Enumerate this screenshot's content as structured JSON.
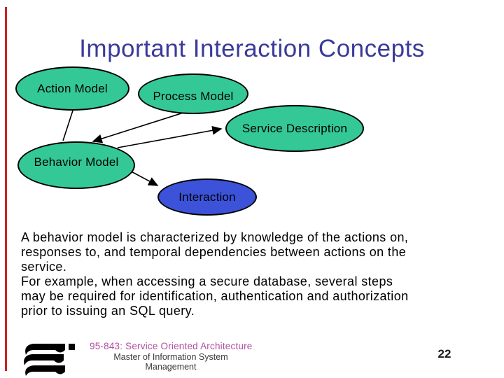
{
  "slide": {
    "title": "Important Interaction Concepts",
    "nodes": {
      "action": {
        "label": "Action Model"
      },
      "process": {
        "label": "Process Model"
      },
      "service": {
        "label": "Service Description"
      },
      "behavior": {
        "label": "Behavior Model"
      },
      "interaction": {
        "label": "Interaction"
      }
    },
    "body": {
      "lines": [
        "A behavior model is characterized by knowledge of the actions on,",
        "responses to, and temporal dependencies between actions on the",
        "service.",
        "For example, when accessing a secure database, several steps",
        "may be required for identification, authentication and authorization",
        "prior to issuing an SQL query."
      ]
    },
    "footer": {
      "course": "95-843: Service Oriented Architecture",
      "org_line1": "Master of Information System",
      "org_line2": "Management",
      "page_number": "22"
    },
    "colors": {
      "title_text": "#3a3a9b",
      "node_green": "#33c896",
      "node_blue": "#3c52d9",
      "red_accent_bar": "#cc2222",
      "footer_course_text": "#ae4fa0"
    }
  }
}
